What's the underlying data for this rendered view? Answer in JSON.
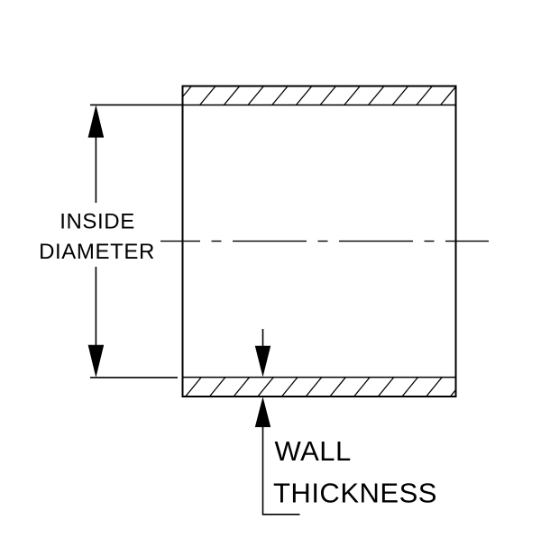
{
  "diagram": {
    "type": "technical-drawing",
    "subject": "tube cross-section with dimension callouts",
    "labels": {
      "inside_diameter": {
        "line1": "INSIDE",
        "line2": "DIAMETER"
      },
      "wall_thickness": {
        "line1": "WALL",
        "line2": "THICKNESS"
      }
    },
    "colors": {
      "line": "#000000",
      "text": "#000000",
      "background": "#ffffff"
    }
  }
}
